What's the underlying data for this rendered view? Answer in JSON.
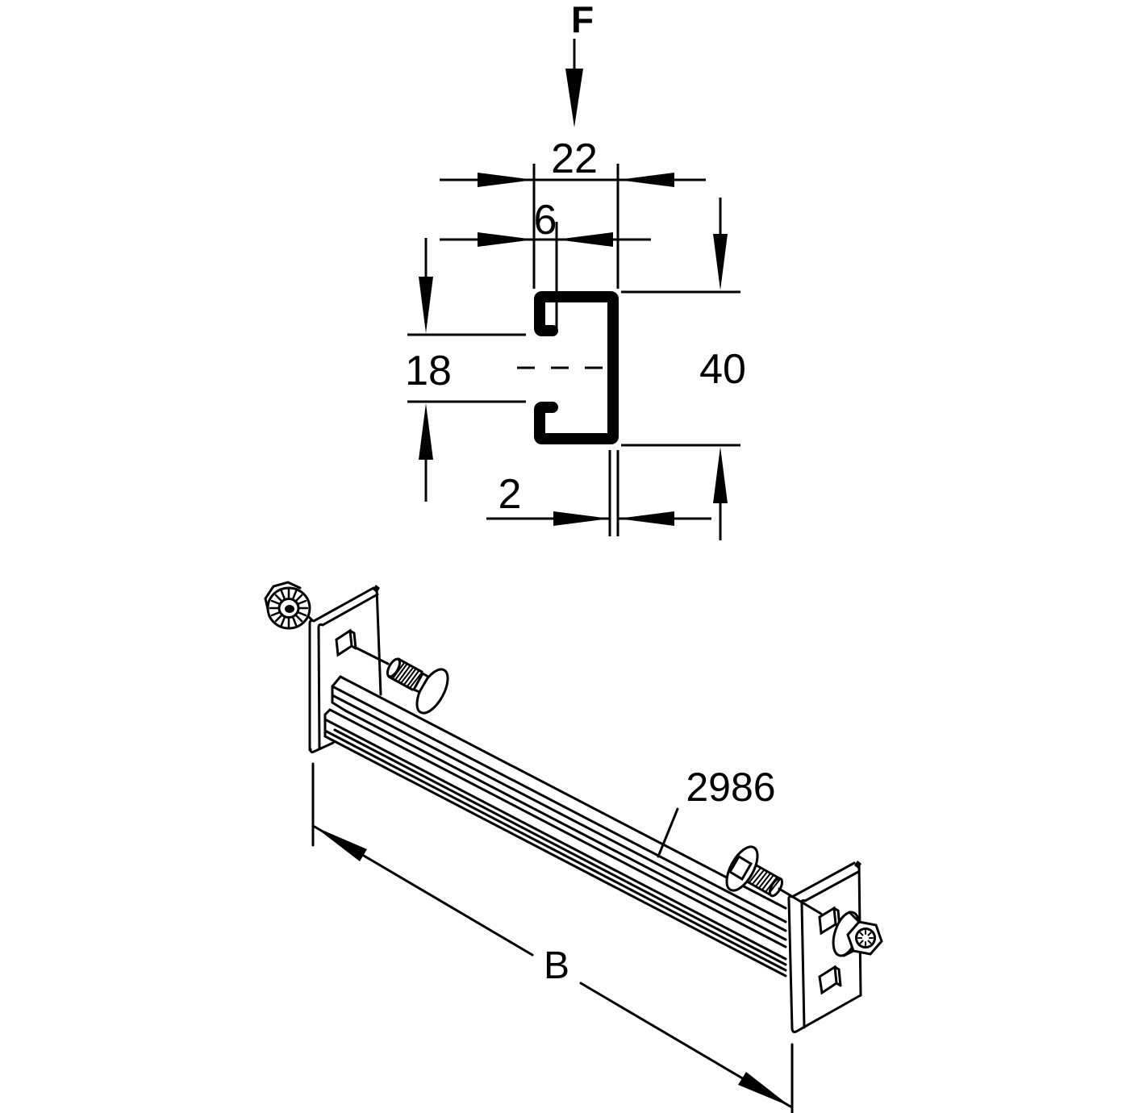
{
  "drawing": {
    "background": "#ffffff",
    "line_color": "#000000",
    "cross_section": {
      "force_label": "F",
      "outer_width": "22",
      "lip_depth": "6",
      "slot_height": "18",
      "outer_height": "40",
      "wall_thickness": "2"
    },
    "isometric": {
      "part_number": "2986",
      "length_label": "B"
    }
  }
}
